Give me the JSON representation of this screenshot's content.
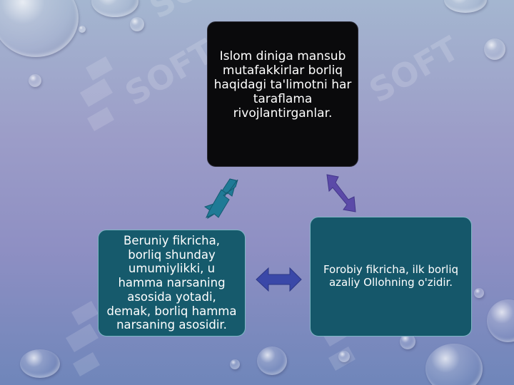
{
  "diagram": {
    "watermark": "SOFT",
    "nodes": {
      "top": "Islom diniga mansub mutafakkirlar borliq haqidagi ta'limotni har taraflama rivojlantirganlar.",
      "right": "Forobiy fikricha, ilk borliq azaliy Ollohning o'zidir.",
      "left": "Beruniy fikricha, borliq shunday umumiylikki, u hamma narsaning asosida yotadi, demak, borliq hamma narsaning asosidir."
    },
    "colors": {
      "top_box": "#0a0a0c",
      "side_boxes": "#165a6c",
      "arrow_teal": "#1f7a96",
      "arrow_purple": "#5b4aa8",
      "arrow_blue": "#3a48a8"
    }
  }
}
